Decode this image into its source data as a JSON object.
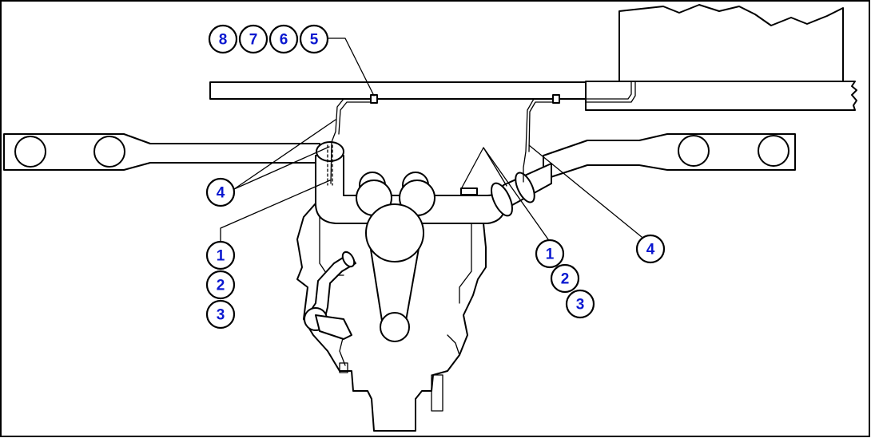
{
  "callouts": {
    "c8": "8",
    "c7": "7",
    "c6": "6",
    "c5": "5",
    "c4_left": "4",
    "c1_left": "1",
    "c2_left": "2",
    "c3_left": "3",
    "c1_right": "1",
    "c2_right": "2",
    "c3_right": "3",
    "c4_right": "4"
  }
}
